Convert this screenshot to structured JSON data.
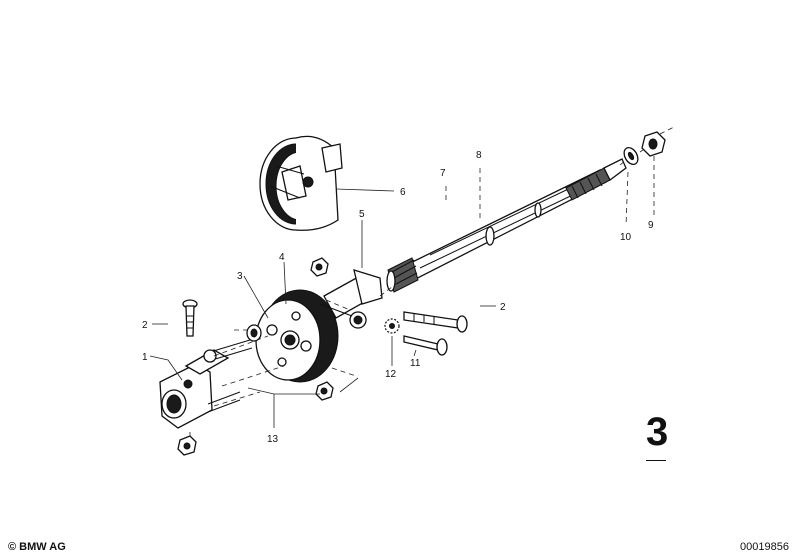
{
  "callouts": {
    "c1": "1",
    "c2a": "2",
    "c2b": "2",
    "c3": "3",
    "c4": "4",
    "c5": "5",
    "c6": "6",
    "c7": "7",
    "c8": "8",
    "c9": "9",
    "c10": "10",
    "c11": "11",
    "c12": "12",
    "c13": "13"
  },
  "footer": {
    "copyright": "© BMW AG",
    "doc_number": "00019856",
    "group_mark": "3"
  }
}
